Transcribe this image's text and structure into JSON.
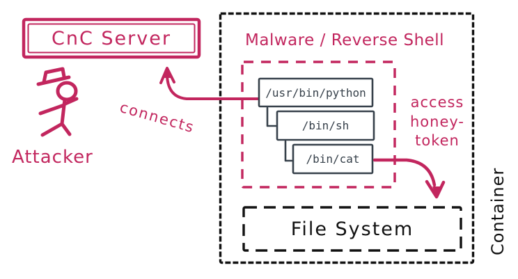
{
  "colors": {
    "accent": "#c2265e",
    "process": "#36404a",
    "line": "#111111",
    "background": "#ffffff"
  },
  "nodes": {
    "cnc_server": {
      "label": "CnC Server"
    },
    "attacker": {
      "label": "Attacker",
      "icon": "stick-figure-with-hat"
    },
    "container": {
      "label": "Container"
    },
    "malware": {
      "label": "Malware / Reverse Shell"
    },
    "processes": [
      {
        "label": "/usr/bin/python"
      },
      {
        "label": "/bin/sh"
      },
      {
        "label": "/bin/cat"
      }
    ],
    "file_system": {
      "label": "File System"
    }
  },
  "edges": {
    "connects": {
      "label": "connects",
      "from": "/usr/bin/python",
      "to": "CnC Server"
    },
    "access_honeytoken": {
      "label": "access\nhoney-\ntoken",
      "from": "/bin/cat",
      "to": "File System"
    }
  }
}
